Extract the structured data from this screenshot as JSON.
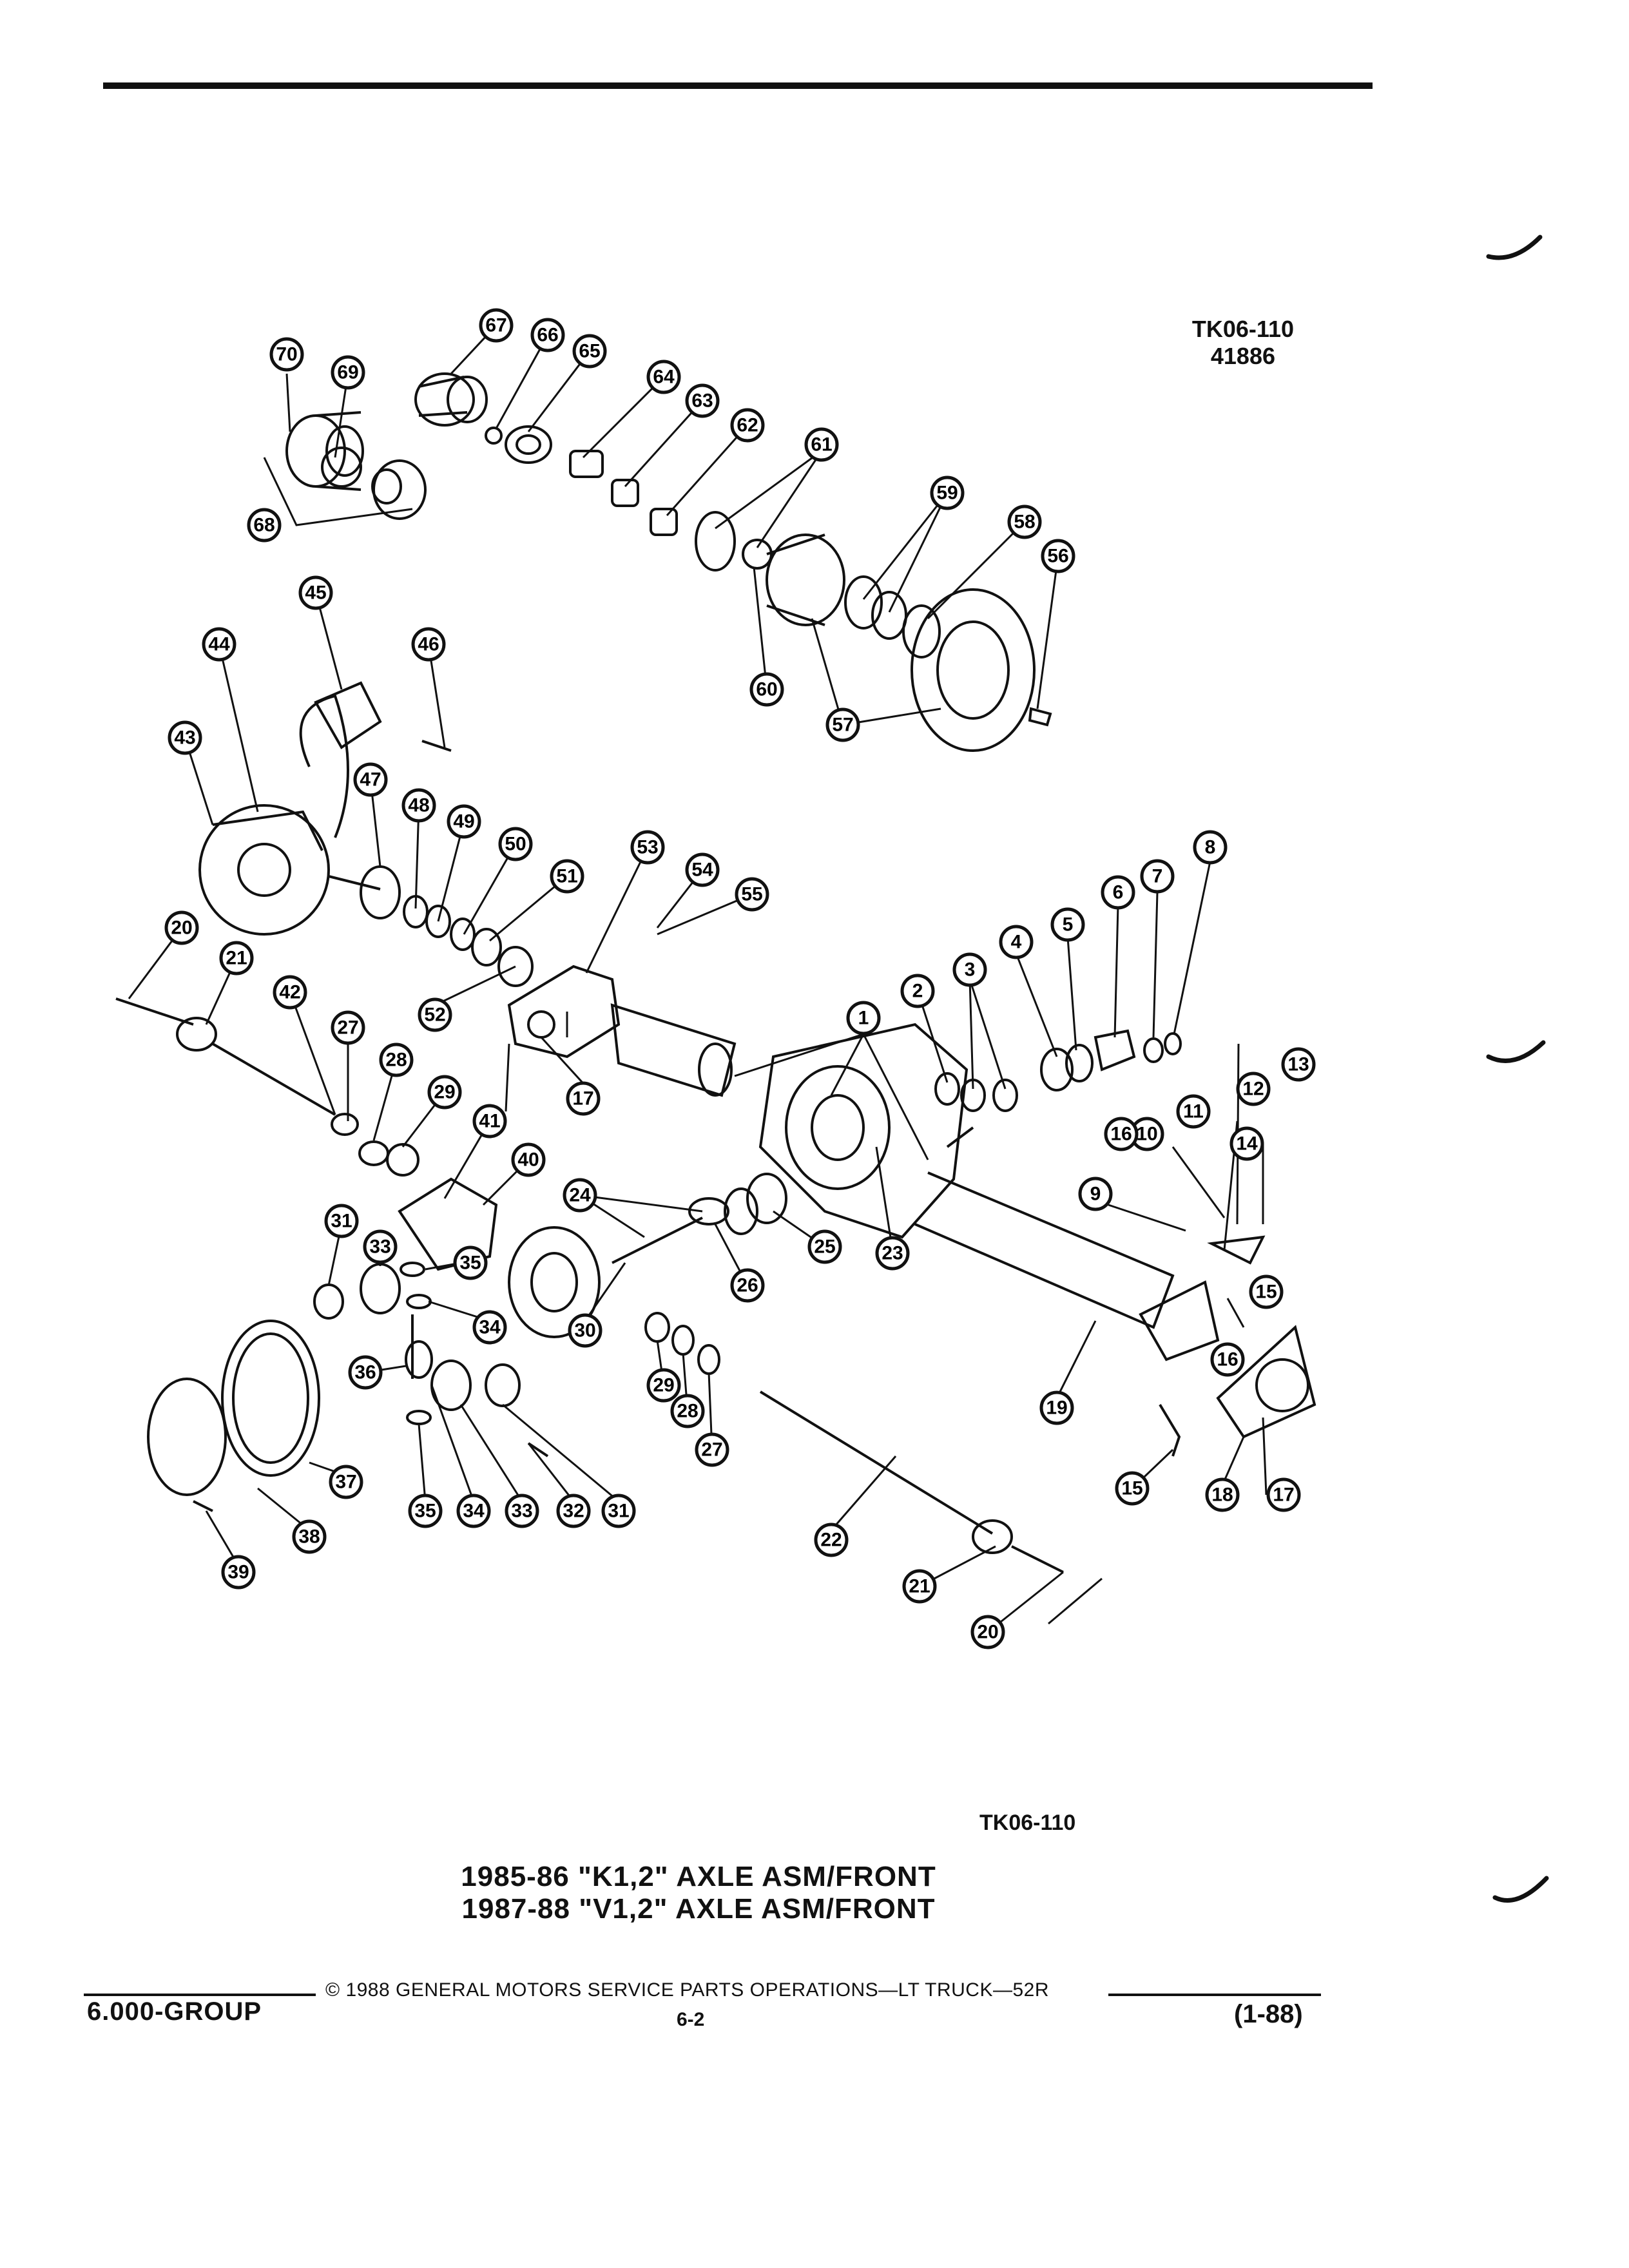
{
  "figure_code_top": "TK06-110",
  "figure_number": "41886",
  "figure_code_bottom": "TK06-110",
  "title_line1": "1985-86 \"K1,2\" AXLE ASM/FRONT",
  "title_line2": "1987-88 \"V1,2\" AXLE ASM/FRONT",
  "footer": {
    "copyright": "© 1988 GENERAL MOTORS SERVICE PARTS OPERATIONS—LT TRUCK—52R",
    "group": "6.000-GROUP",
    "page": "6-2",
    "date": "(1-88)"
  },
  "callouts": [
    "1",
    "2",
    "3",
    "4",
    "5",
    "6",
    "7",
    "8",
    "9",
    "10",
    "11",
    "12",
    "13",
    "14",
    "15",
    "15",
    "16",
    "16",
    "17",
    "17",
    "18",
    "18",
    "19",
    "20",
    "20",
    "21",
    "21",
    "22",
    "23",
    "24",
    "25",
    "26",
    "27",
    "27",
    "28",
    "28",
    "29",
    "29",
    "30",
    "31",
    "31",
    "32",
    "33",
    "33",
    "34",
    "34",
    "35",
    "35",
    "36",
    "37",
    "38",
    "39",
    "40",
    "41",
    "42",
    "43",
    "44",
    "45",
    "46",
    "47",
    "48",
    "49",
    "50",
    "51",
    "52",
    "53",
    "54",
    "55",
    "56",
    "57",
    "58",
    "59",
    "60",
    "61",
    "62",
    "63",
    "64",
    "65",
    "66",
    "67",
    "68",
    "69",
    "70"
  ]
}
